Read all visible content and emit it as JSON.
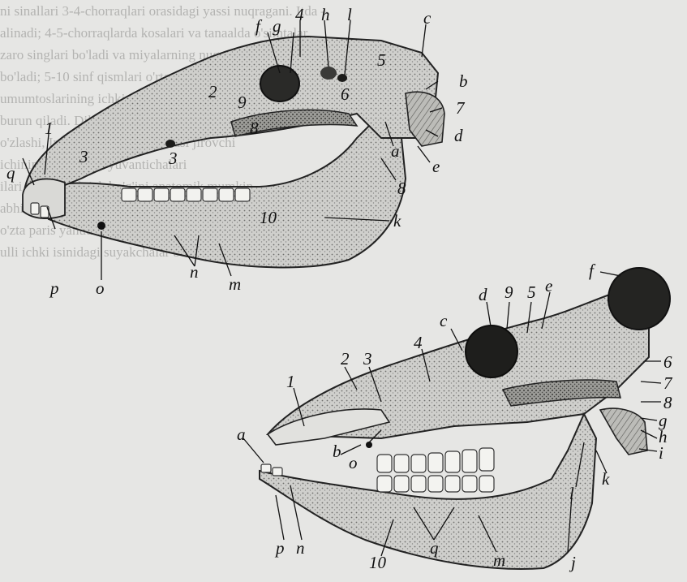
{
  "background_text": [
    "ni sinallari 3-4-chorraqlari orasidagi yassi nuqragani. Itda –",
    "alinadi; 4-5-chorraqlarda kosalari va tanaalda o'simtalar",
    "zaro singlari bo'ladi va miyalarning nugral paragrafi",
    "bo'ladi; 5-10 sinf qismlari o'rtaqni va uning yoki doim",
    "umumtoslarining ichki tuzilishi",
    "burun qiladi. Dilgacha bir yaqini bilin bu",
    "o'zlashi, Inimo plti yakin o'simtasi jirovchi",
    "ichining yuqoridan yuvantichalari",
    "ilari iliq va yolqich bo'g'ini anatomik mumkin",
    "abhil bir chi qaqi hamoa dimoning oltrigan",
    "o'zta paris yahud. Kengrim orqali novudini, kalining yuq",
    "ulli ichki isinidagi suyakchalar bo'lgan yaqin hab be shashish"
  ],
  "skull_top": {
    "labels": [
      "1",
      "2",
      "3",
      "3",
      "4",
      "5",
      "6",
      "7",
      "8",
      "8",
      "9",
      "10",
      "f",
      "g",
      "h",
      "l",
      "c",
      "b",
      "d",
      "e",
      "a",
      "k",
      "q",
      "p",
      "o",
      "n",
      "m"
    ]
  },
  "skull_bottom": {
    "labels": [
      "1",
      "2",
      "3",
      "4",
      "5",
      "6",
      "7",
      "8",
      "9",
      "10",
      "a",
      "b",
      "c",
      "d",
      "e",
      "f",
      "g",
      "h",
      "i",
      "j",
      "k",
      "l",
      "m",
      "n",
      "o",
      "p",
      "q"
    ]
  }
}
